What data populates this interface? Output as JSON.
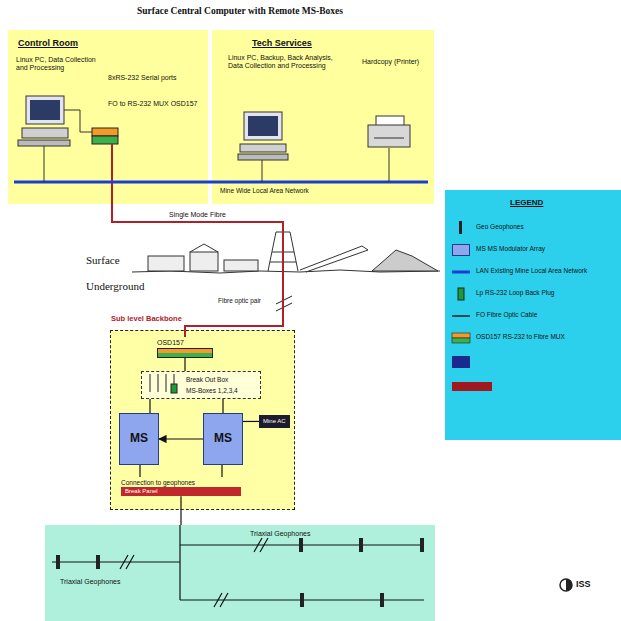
{
  "diagram": {
    "title": "Surface Central Computer with Remote MS-Boxes",
    "nodes": [
      {
        "text": [
          "Control Room",
          "Linux PC, Data Collection and Processing",
          "8xRS-232 Serial ports",
          "FO to RS-232 MUX OSD157"
        ]
      },
      {
        "text": [
          "Tech Services",
          "Linux PC, Backup, Back Analysis, Data Collection and Processing",
          "Hardcopy (Printer)"
        ]
      },
      {
        "text": [
          "Sub level Backbone"
        ]
      },
      {
        "text": [
          "OSD157"
        ],
        "in": 2
      },
      {
        "text": [
          "Break Out Box",
          "MS-Boxes 1,2,3,4"
        ],
        "in": 2
      },
      {
        "text": [
          "MS"
        ],
        "in": 2
      },
      {
        "text": [
          "MS"
        ],
        "in": 2
      },
      {
        "text": [
          "Mine AC"
        ],
        "in": 2
      },
      {
        "text": [
          "Connection to geophones",
          "Break Panel"
        ],
        "in": 2
      },
      {
        "text": [
          "Triaxial Geophones",
          "Triaxial Geophones"
        ]
      }
    ],
    "edges": [
      {
        "from": 0,
        "to": 3,
        "label": "Single Mode Fibre",
        "arrow": "none"
      },
      {
        "from": 3,
        "to": 4,
        "arrow": "none"
      },
      {
        "from": 4,
        "to": 5,
        "arrow": "none"
      },
      {
        "from": 4,
        "to": 6,
        "arrow": "none"
      },
      {
        "from": 6,
        "to": 5,
        "arrow": "to"
      },
      {
        "from": 7,
        "to": 6,
        "arrow": "none"
      },
      {
        "from": 5,
        "to": 8,
        "arrow": "none"
      },
      {
        "from": 6,
        "to": 8,
        "arrow": "none"
      },
      {
        "from": 8,
        "to": 9,
        "arrow": "none"
      }
    ],
    "labels": [
      "Mine Wide Local Area Network",
      "Surface",
      "Underground",
      "Fibre optic pair",
      "LEGEND",
      "ISS"
    ],
    "legend": [
      {
        "text": "Geo Geophones"
      },
      {
        "text": "MS MS Modulator Array",
        "color": "#8ea6ee"
      },
      {
        "text": "LAN Existing Mine Local Area Network"
      },
      {
        "text": "Lp RS-232 Loop Back Plug"
      },
      {
        "text": "FO Fibre Optic Cable"
      },
      {
        "text": "OSD157 RS-232 to Fibre MUX"
      }
    ]
  }
}
